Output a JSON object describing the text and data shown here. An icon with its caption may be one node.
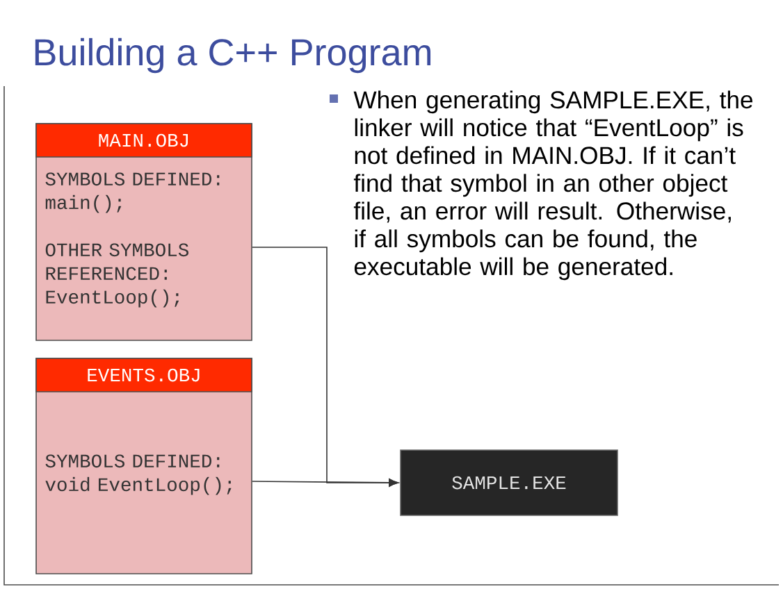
{
  "diagram": {
    "title": "Building a C++ Program",
    "nodes": [
      {
        "text": [
          "MAIN.OBJ",
          "SYMBOLS DEFINED: main();",
          "OTHER SYMBOLS REFERENCED: EventLoop();"
        ]
      },
      {
        "text": [
          "EVENTS.OBJ",
          "SYMBOLS DEFINED: void EventLoop();"
        ]
      },
      {
        "text": [
          "SAMPLE.EXE"
        ]
      }
    ],
    "edges": [
      {
        "from": 0,
        "to": 2,
        "arrow": "to"
      },
      {
        "from": 1,
        "to": 2,
        "arrow": "to"
      }
    ],
    "labels": [
      "When generating SAMPLE.EXE, the linker will notice that “EventLoop” is not defined in MAIN.OBJ.  If it can’t find that symbol in an other object file, an error will result.  Otherwise, if all symbols can be found, the executable will be generated."
    ]
  }
}
